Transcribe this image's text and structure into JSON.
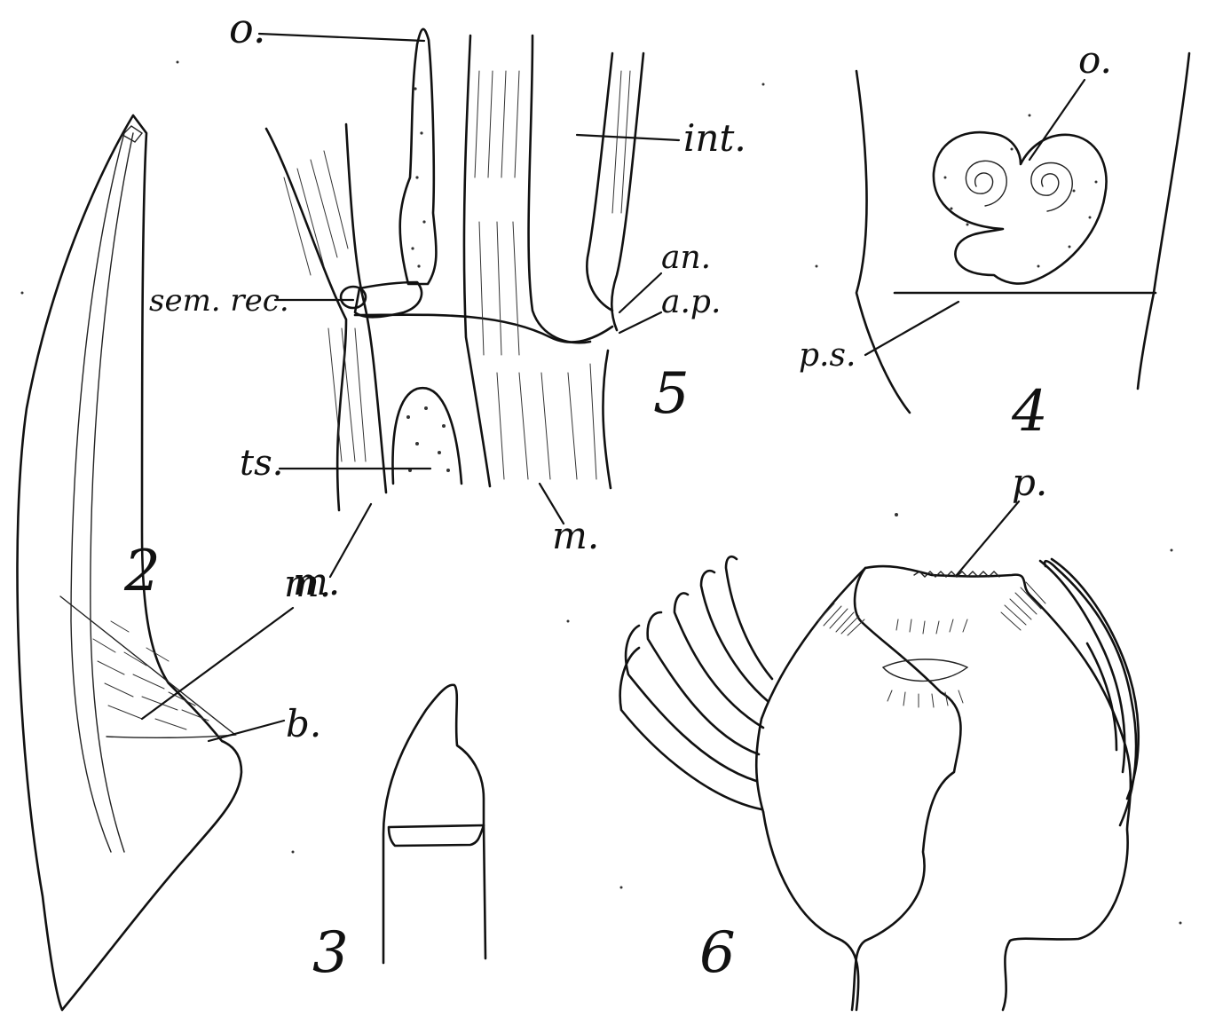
{
  "figures": {
    "fig2": {
      "number": "2",
      "labels": {
        "m": "m.",
        "b": "b."
      }
    },
    "fig3": {
      "number": "3"
    },
    "fig4": {
      "number": "4",
      "labels": {
        "o": "o.",
        "ps": "p.s."
      }
    },
    "fig5": {
      "number": "5",
      "labels": {
        "o": "o.",
        "int": "int.",
        "an": "an.",
        "ap": "a.p.",
        "sem_rec": "sem. rec.",
        "ts": "ts.",
        "m_left": "m.",
        "m_right": "m."
      }
    },
    "fig6": {
      "number": "6",
      "labels": {
        "p": "p."
      }
    }
  },
  "colors": {
    "ink": "#111111",
    "paper": "#ffffff"
  }
}
